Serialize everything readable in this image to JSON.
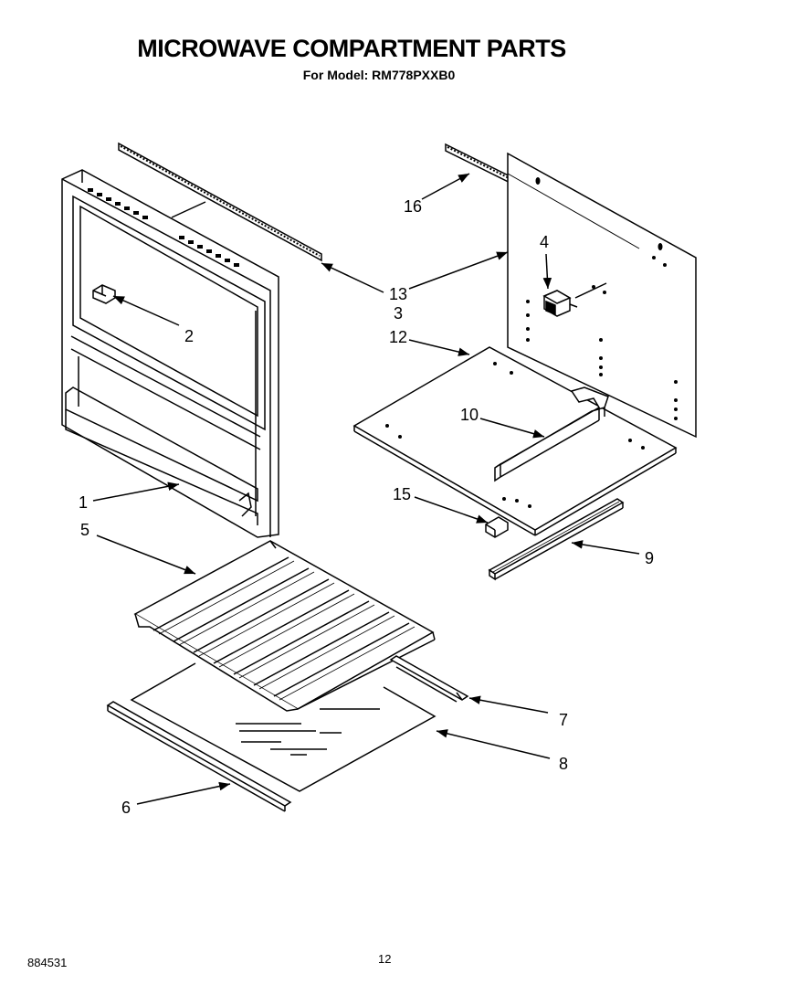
{
  "header": {
    "title": "MICROWAVE COMPARTMENT PARTS",
    "subtitle": "For Model: RM778PXXB0"
  },
  "callouts": {
    "p1": "1",
    "p2": "2",
    "p3": "3",
    "p4": "4",
    "p5": "5",
    "p6": "6",
    "p7": "7",
    "p8": "8",
    "p9": "9",
    "p10": "10",
    "p12": "12",
    "p13": "13",
    "p15": "15",
    "p16": "16"
  },
  "footer": {
    "diagram_number": "884531",
    "page_number": "12"
  }
}
